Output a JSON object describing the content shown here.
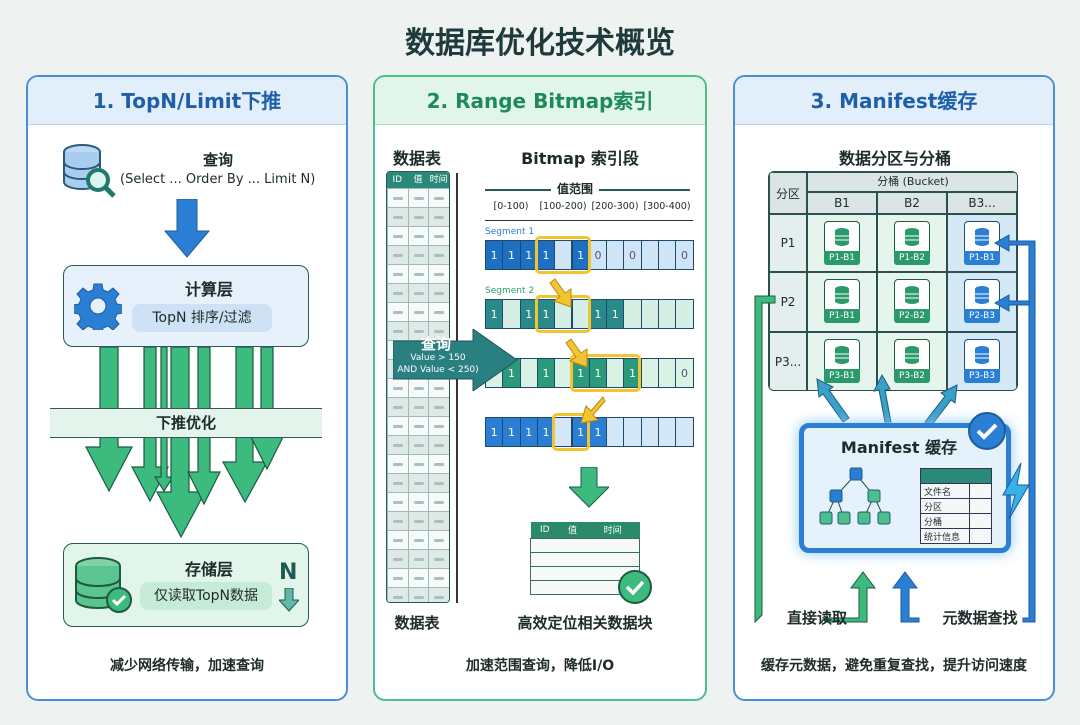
{
  "title": "数据库优化技术概览",
  "panel1": {
    "header": "1. TopN/Limit下推",
    "query_title": "查询",
    "query_sql": "(Select ... Order By ... Limit N)",
    "compute_title": "计算层",
    "compute_sub": "TopN 排序/过滤",
    "pushdown": "下推优化",
    "storage_title": "存储层",
    "storage_sub": "仅读取TopN数据",
    "n_label": "N",
    "footer": "减少网络传输，加速查询"
  },
  "panel2": {
    "header": "2. Range Bitmap索引",
    "table_title": "数据表",
    "table_cols": [
      "ID",
      "值",
      "时间"
    ],
    "table_bottom": "数据表",
    "bitmap_title": "Bitmap 索引段",
    "range_label": "值范围",
    "ranges": [
      "[0-100)",
      "[100-200)",
      "[200-300)",
      "[300-400)"
    ],
    "segments": [
      {
        "label": "Segment 1",
        "bits": [
          "1",
          "1",
          "1",
          "1",
          "",
          "1",
          "0",
          "",
          "0",
          "",
          "",
          "0"
        ]
      },
      {
        "label": "Segment 2",
        "bits": [
          "1",
          "",
          "1",
          "1",
          "",
          "",
          "1",
          "1",
          "",
          "",
          "",
          ""
        ]
      },
      {
        "label": "",
        "bits": [
          "",
          "1",
          "",
          "1",
          "",
          "1",
          "1",
          "",
          "1",
          "",
          "",
          "0"
        ]
      },
      {
        "label": "",
        "bits": [
          "1",
          "1",
          "1",
          "1",
          "",
          "1",
          "1",
          "",
          "",
          "",
          "",
          ""
        ]
      }
    ],
    "query_title": "查询",
    "query_cond1": "Value > 150",
    "query_cond2": "AND Value < 250)",
    "result_cols": [
      "ID",
      "值",
      "时间"
    ],
    "result_caption": "高效定位相关数据块",
    "footer": "加速范围查询，降低I/O"
  },
  "panel3": {
    "header": "3. Manifest缓存",
    "grid_title": "数据分区与分桶",
    "partition_label": "分区",
    "bucket_label": "分桶 (Bucket)",
    "buckets": [
      "B1",
      "B2",
      "B3..."
    ],
    "partitions": [
      "P1",
      "P2",
      "P3..."
    ],
    "files": [
      [
        "P1-B1",
        "P1-B2",
        "P1-B1"
      ],
      [
        "P1-B1",
        "P2-B2",
        "P2-B3"
      ],
      [
        "P3-B1",
        "P3-B2",
        "P3-B3"
      ]
    ],
    "manifest_title": "Manifest 缓存",
    "manifest_fields": [
      "文件名",
      "分区",
      "分桶",
      "统计信息"
    ],
    "direct_read": "直接读取",
    "meta_lookup": "元数据查找",
    "footer": "缓存元数据，避免重复查找，提升访问速度"
  },
  "colors": {
    "blue": "#2a7fd4",
    "green": "#3dbb7e",
    "teal": "#2a8a8a",
    "highlight": "#f2c431"
  }
}
